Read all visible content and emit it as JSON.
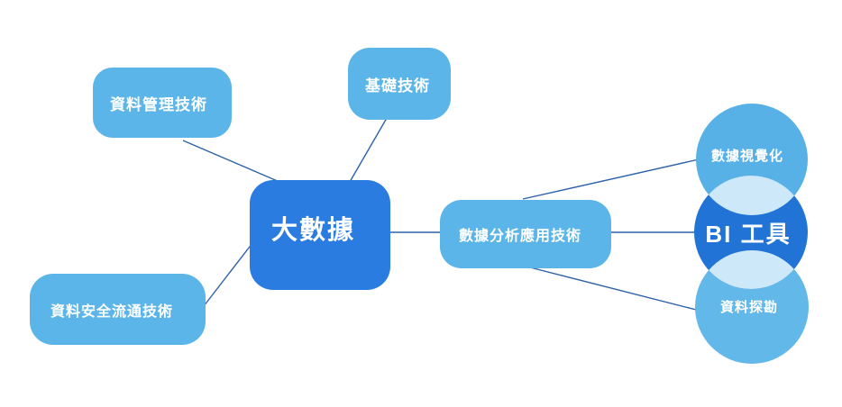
{
  "background": "#ffffff",
  "colors": {
    "node_light": "#5BB5E8",
    "node_dark": "#2B7CE0",
    "circle_light_top": "#57B1E6",
    "circle_dark": "#2273D6",
    "circle_light_bottom": "#63B8EA",
    "overlap": "#CDE8F8",
    "line": "#2E62A8",
    "text": "#FFFFFF"
  },
  "nodes": {
    "center": {
      "label": "大數據"
    },
    "data_management": {
      "label": "資料管理技術"
    },
    "basic_tech": {
      "label": "基礎技術"
    },
    "data_security": {
      "label": "資料安全流通技術"
    },
    "analysis": {
      "label": "數據分析應用技術"
    }
  },
  "circles": {
    "visualization": {
      "label": "數據視覺化"
    },
    "bi_tools": {
      "label": "BI 工具"
    },
    "data_mining": {
      "label": "資料探勘"
    }
  }
}
